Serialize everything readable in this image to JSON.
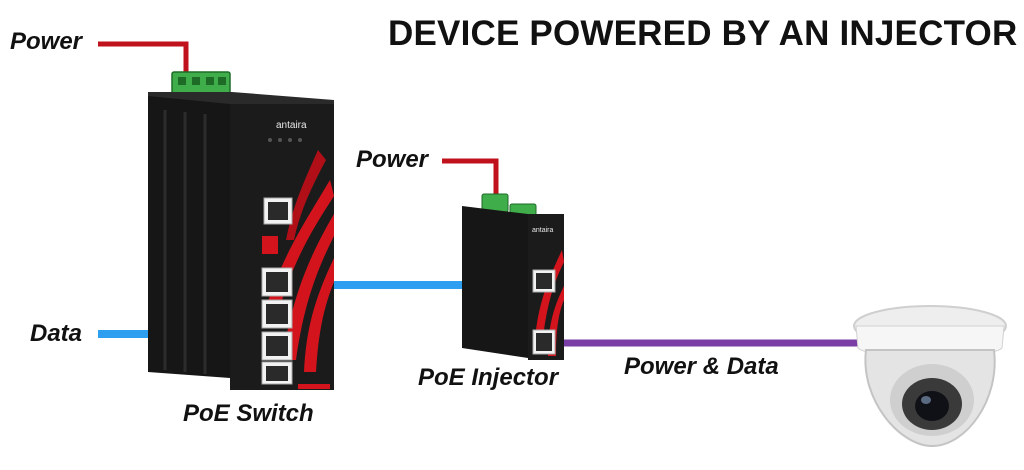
{
  "title": "DEVICE POWERED BY AN INJECTOR",
  "labels": {
    "switch_power": "Power",
    "injector_power": "Power",
    "data": "Data",
    "poe_switch": "PoE Switch",
    "poe_injector": "PoE Injector",
    "power_and_data": "Power & Data"
  },
  "devices": {
    "switch_brand": "antaira",
    "injector_brand": "antaira"
  },
  "colors": {
    "power_line": "#c0121c",
    "data_line": "#2e9ef0",
    "power_data_line": "#7a3fa6",
    "device_body": "#1b1b1b",
    "accent_red": "#d4141d",
    "terminal_green": "#3fae4a"
  }
}
